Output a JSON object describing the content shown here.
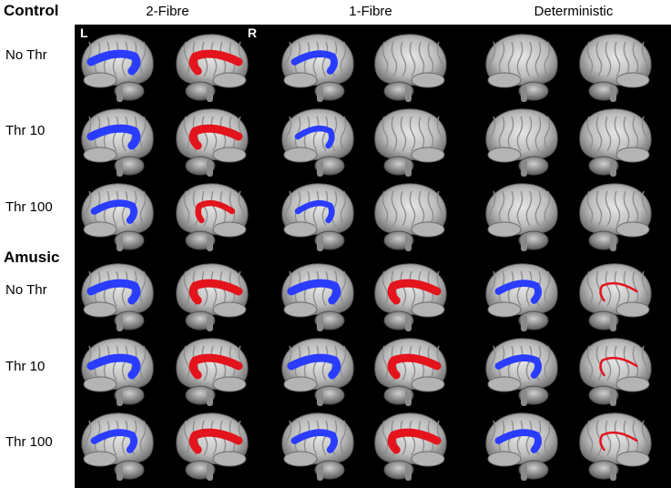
{
  "groups": {
    "control": "Control",
    "amusic": "Amusic"
  },
  "columns": [
    "2-Fibre",
    "1-Fibre",
    "Deterministic"
  ],
  "side_markers": {
    "left": "L",
    "right": "R"
  },
  "row_labels": [
    "No Thr",
    "Thr 10",
    "Thr 100",
    "No Thr",
    "Thr 10",
    "Thr 100"
  ],
  "colors": {
    "left_tract": "#2a3cff",
    "right_tract": "#e3141c",
    "background": "#000000"
  },
  "tract_presence": [
    [
      [
        "large",
        "large"
      ],
      [
        "medium",
        "none"
      ],
      [
        "none",
        "none"
      ]
    ],
    [
      [
        "large",
        "large"
      ],
      [
        "small",
        "none"
      ],
      [
        "none",
        "none"
      ]
    ],
    [
      [
        "medium",
        "small"
      ],
      [
        "small",
        "none"
      ],
      [
        "none",
        "none"
      ]
    ],
    [
      [
        "large",
        "large"
      ],
      [
        "large",
        "large"
      ],
      [
        "medium",
        "thin"
      ]
    ],
    [
      [
        "large",
        "large"
      ],
      [
        "large",
        "large"
      ],
      [
        "medium",
        "thin"
      ]
    ],
    [
      [
        "medium",
        "large"
      ],
      [
        "medium",
        "large"
      ],
      [
        "medium",
        "thin"
      ]
    ]
  ]
}
